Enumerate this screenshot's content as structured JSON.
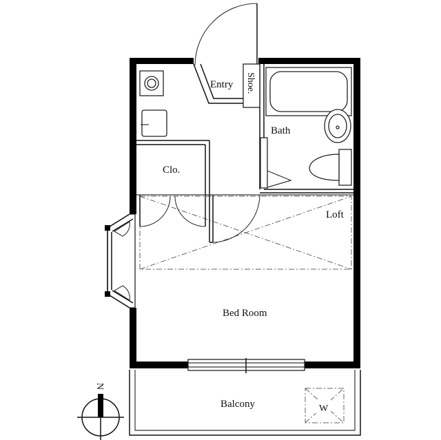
{
  "labels": {
    "entry": "Entry",
    "shoe": "Shoe.",
    "bath": "Bath",
    "closet": "Clo.",
    "loft": "Loft",
    "bedroom": "Bed Room",
    "balcony": "Balcony",
    "washer": "W",
    "north": "N"
  }
}
